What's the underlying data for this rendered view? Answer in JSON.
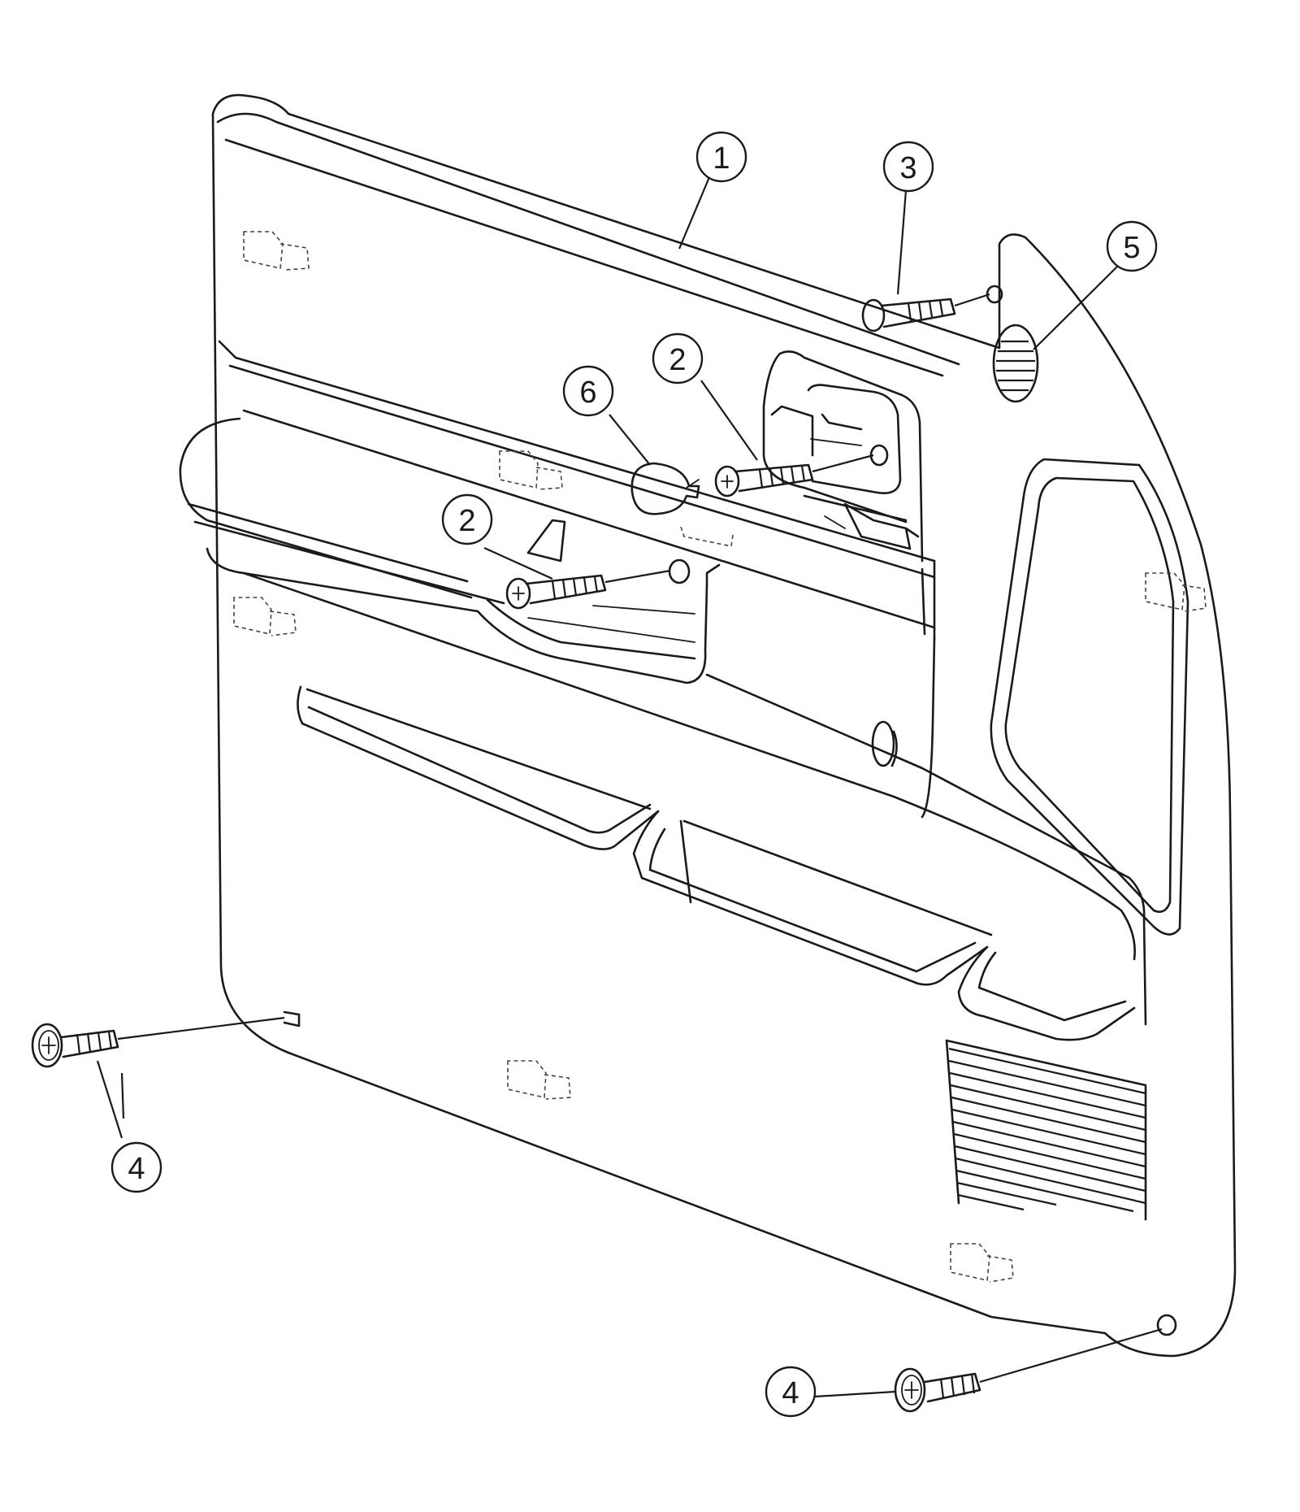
{
  "callouts": [
    {
      "id": "callout-1",
      "label": "1"
    },
    {
      "id": "callout-2a",
      "label": "2"
    },
    {
      "id": "callout-2b",
      "label": "2"
    },
    {
      "id": "callout-3",
      "label": "3"
    },
    {
      "id": "callout-4a",
      "label": "4"
    },
    {
      "id": "callout-4b",
      "label": "4"
    },
    {
      "id": "callout-5",
      "label": "5"
    },
    {
      "id": "callout-6",
      "label": "6"
    }
  ],
  "colors": {
    "line": "#1a1a1a",
    "background": "#ffffff"
  }
}
